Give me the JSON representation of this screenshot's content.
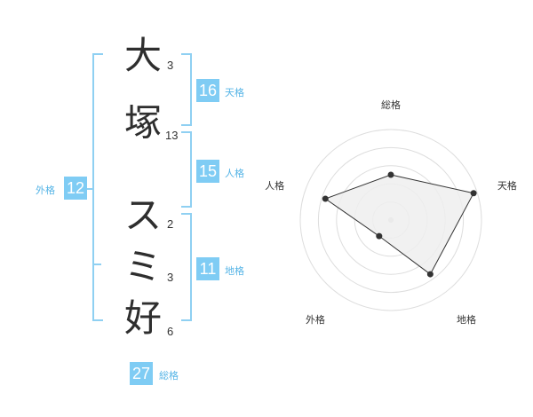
{
  "name": {
    "chars": [
      {
        "char": "大",
        "strokes": "3"
      },
      {
        "char": "塚",
        "strokes": "13"
      },
      {
        "char": "ス",
        "strokes": "2"
      },
      {
        "char": "ミ",
        "strokes": "3"
      },
      {
        "char": "好",
        "strokes": "6"
      }
    ]
  },
  "kakaku": {
    "tenkaku": {
      "value": "16",
      "label": "天格"
    },
    "jinkaku": {
      "value": "15",
      "label": "人格"
    },
    "chikaku": {
      "value": "11",
      "label": "地格"
    },
    "gaikaku": {
      "value": "12",
      "label": "外格"
    },
    "soukaku": {
      "value": "27",
      "label": "総格"
    }
  },
  "chart_data": {
    "type": "radar",
    "axes": [
      "総格",
      "天格",
      "地格",
      "外格",
      "人格"
    ],
    "values": [
      2.5,
      4.8,
      3.7,
      1.1,
      3.8
    ],
    "max": 5,
    "rings": 5,
    "colors": {
      "fill": "#efefef",
      "stroke": "#333333",
      "ring": "#dddddd",
      "point": "#333333"
    }
  }
}
